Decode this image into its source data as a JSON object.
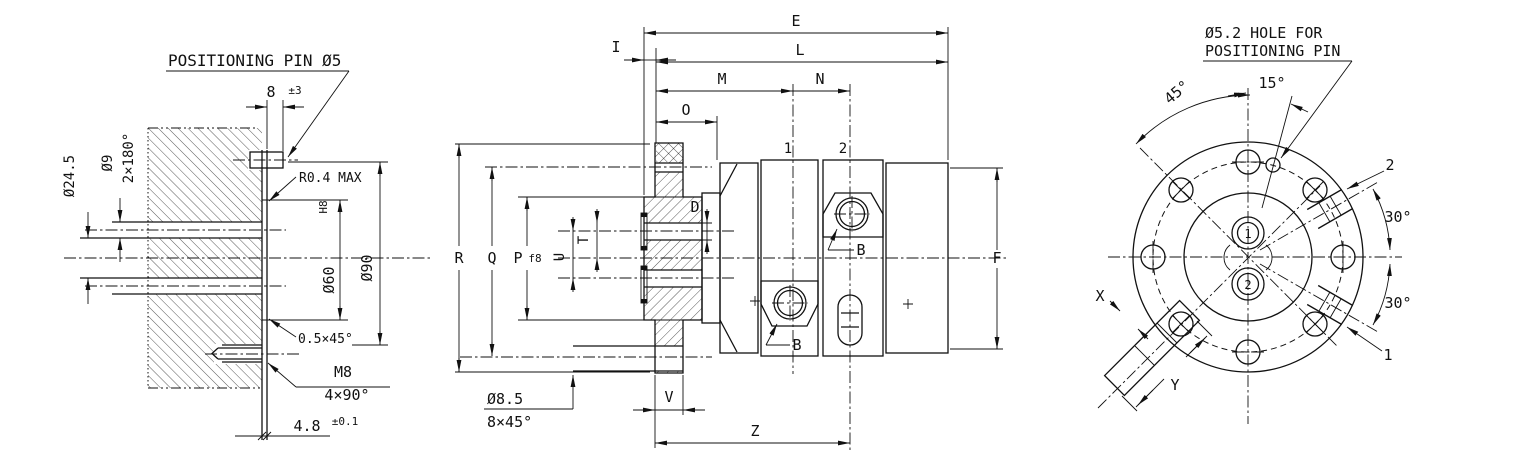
{
  "left_view": {
    "positioning_pin_note": "POSITIONING PIN Ø5",
    "dim_8": "8",
    "dim_8_tol": "±3",
    "dia_24_5": "Ø24.5",
    "dia_9": "Ø9",
    "pattern_2x180": "2×180°",
    "radius_note": "R0.4 MAX",
    "dia_60": "Ø60",
    "dia_60_fit": "H8",
    "dia_90": "Ø90",
    "chamfer_note": "0.5×45°",
    "thread_m8": "M8",
    "pattern_4x90": "4×90°",
    "dim_4_8": "4.8",
    "dim_4_8_tol": "±0.1"
  },
  "middle_view": {
    "dim_E": "E",
    "dim_I": "I",
    "dim_L": "L",
    "dim_M": "M",
    "dim_N": "N",
    "dim_O": "O",
    "dim_R": "R",
    "dim_Q": "Q",
    "dim_P": "P",
    "dim_P_fit": "f8",
    "dim_T": "T",
    "dim_U": "U",
    "dim_D": "D",
    "dim_F": "F",
    "dim_V": "V",
    "dim_Z": "Z",
    "port_B": "B",
    "port_1": "1",
    "port_2": "2",
    "dia_8_5": "Ø8.5",
    "pattern_8x45": "8×45°"
  },
  "right_view": {
    "pin_note_line1": "Ø5.2 HOLE FOR",
    "pin_note_line2": "POSITIONING PIN",
    "angle_45": "45°",
    "angle_15": "15°",
    "angle_30": "30°",
    "port_1": "1",
    "port_2": "2",
    "label_1": "1",
    "label_2": "2",
    "dim_X": "X",
    "dim_Y": "Y"
  }
}
